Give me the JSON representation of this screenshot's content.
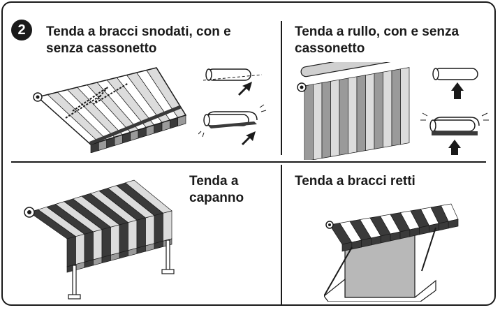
{
  "step_number": "2",
  "panels": [
    {
      "title": "Tenda a bracci snodati, con e senza cassonetto"
    },
    {
      "title": "Tenda a rullo, con e senza cassonetto"
    },
    {
      "title": "Tenda a capanno"
    },
    {
      "title": "Tenda a bracci retti"
    }
  ],
  "colors": {
    "dark_stripe": "#3a3a3a",
    "mid_stripe": "#9a9a9a",
    "light_stripe": "#dcdcdc",
    "outline": "#1a1a1a"
  }
}
